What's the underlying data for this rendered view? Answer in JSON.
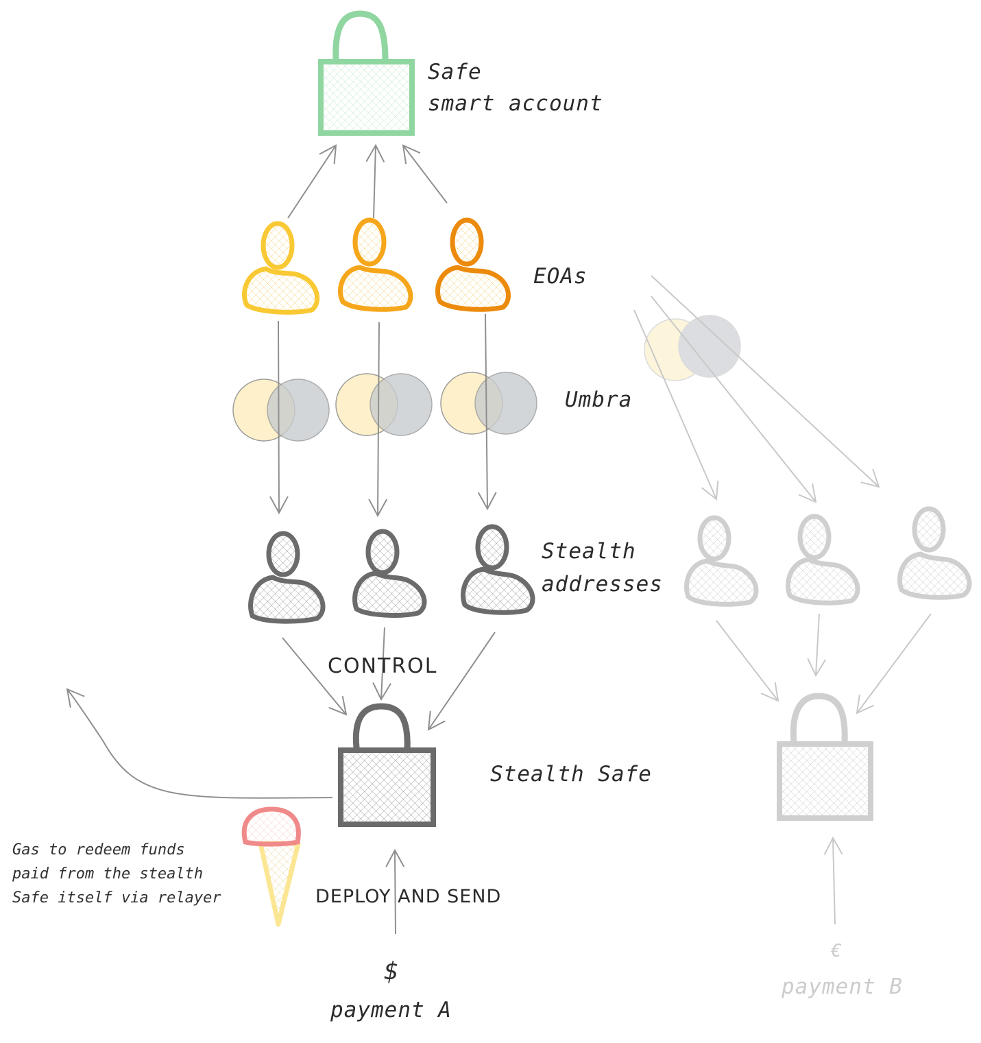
{
  "labels": {
    "safe_account": [
      "Safe",
      "smart account"
    ],
    "eoas": "EOAs",
    "umbra": "Umbra",
    "stealth_addresses": [
      "Stealth",
      "addresses"
    ],
    "control": "CONTROL",
    "stealth_safe": "Stealth Safe",
    "deploy_and_send": "DEPLOY AND SEND",
    "gas_note": [
      "Gas to redeem funds",
      "paid from the stealth",
      "Safe itself via relayer"
    ],
    "payment_a_symbol": "$",
    "payment_a": "payment A",
    "payment_b_symbol": "€",
    "payment_b": "payment B"
  },
  "colors": {
    "safe_green": "#8fd6a0",
    "eoa_yellow": "#f9c934",
    "eoa_orange": "#f6a61a",
    "eoa_dark_orange": "#ec8a0c",
    "stealth_gray": "#6b6b6b",
    "faded_gray": "#cfcfcf",
    "umbra_yellow": "#fdf0c8",
    "umbra_gray": "#c9ccd0",
    "icecream_red": "#f08a8a",
    "icecream_cone": "#fbe694",
    "arrow": "#8f8f8f"
  }
}
